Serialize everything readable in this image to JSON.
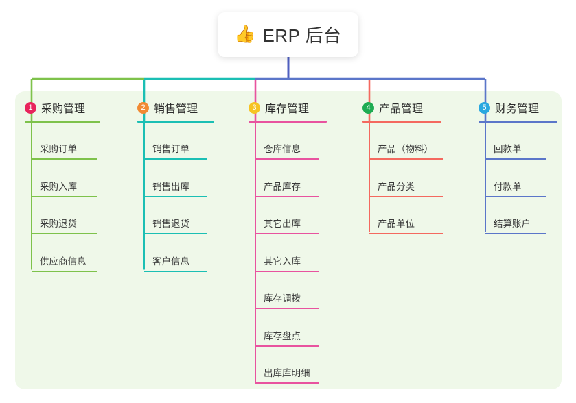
{
  "root": {
    "icon": "thumbs-up-icon",
    "emoji": "👍",
    "title": "ERP 后台"
  },
  "palette": {
    "panel_bg": "#eff8e9",
    "page_bg": "#ffffff",
    "stem": "#4f5fc0",
    "text": "#3a3a3a"
  },
  "columns": [
    {
      "number": "1",
      "label": "采购管理",
      "badge_color": "#e8245c",
      "line_color": "#7ec24b",
      "items": [
        "采购订单",
        "采购入库",
        "采购退货",
        "供应商信息"
      ]
    },
    {
      "number": "2",
      "label": "销售管理",
      "badge_color": "#f18a33",
      "line_color": "#1bbfb4",
      "items": [
        "销售订单",
        "销售出库",
        "销售退货",
        "客户信息"
      ]
    },
    {
      "number": "3",
      "label": "库存管理",
      "badge_color": "#f6c324",
      "line_color": "#e8539f",
      "items": [
        "仓库信息",
        "产品库存",
        "其它出库",
        "其它入库",
        "库存调拨",
        "库存盘点",
        "出库库明细"
      ]
    },
    {
      "number": "4",
      "label": "产品管理",
      "badge_color": "#1eab52",
      "line_color": "#f4695f",
      "items": [
        "产品（物料）",
        "产品分类",
        "产品单位"
      ]
    },
    {
      "number": "5",
      "label": "财务管理",
      "badge_color": "#29a8e0",
      "line_color": "#5b76c9",
      "items": [
        "回款单",
        "付款单",
        "结算账户"
      ]
    }
  ]
}
